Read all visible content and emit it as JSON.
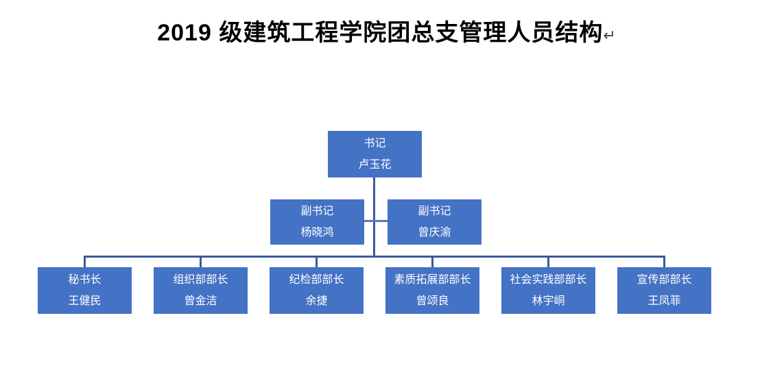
{
  "page": {
    "title": "2019 级建筑工程学院团总支管理人员结构",
    "paragraph_mark": "↵"
  },
  "colors": {
    "box_fill": "#4472C4",
    "box_text": "#FFFFFF",
    "connector": "#3A5A9E",
    "background": "#FFFFFF"
  },
  "org_chart": {
    "root": {
      "title": "书记",
      "name": "卢玉花"
    },
    "deputies": [
      {
        "title": "副书记",
        "name": "杨晓鸿"
      },
      {
        "title": "副书记",
        "name": "曾庆渝"
      }
    ],
    "departments": [
      {
        "title": "秘书长",
        "name": "王健民"
      },
      {
        "title": "组织部部长",
        "name": "曾金洁"
      },
      {
        "title": "纪检部部长",
        "name": "余捷"
      },
      {
        "title": "素质拓展部部长",
        "name": "曾颂良"
      },
      {
        "title": "社会实践部部长",
        "name": "林宇峒"
      },
      {
        "title": "宣传部部长",
        "name": "王凤菲"
      }
    ]
  }
}
